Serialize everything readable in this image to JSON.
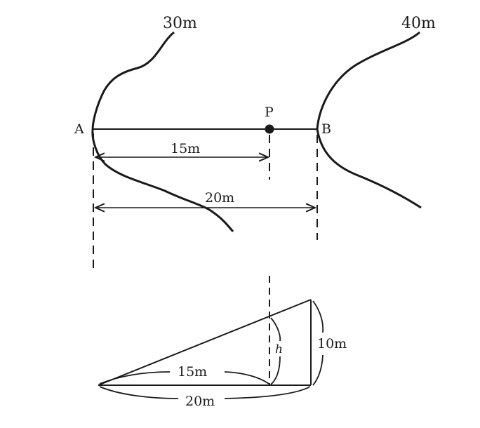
{
  "contours": {
    "left_label": "30m",
    "right_label": "40m"
  },
  "points": {
    "a": "A",
    "b": "B",
    "p": "P"
  },
  "plan_dimensions": {
    "a_to_p": "15m",
    "a_to_b": "20m"
  },
  "section": {
    "horizontal_short": "15m",
    "horizontal_long": "20m",
    "vertical_rise": "10m",
    "unknown_height": "h"
  }
}
